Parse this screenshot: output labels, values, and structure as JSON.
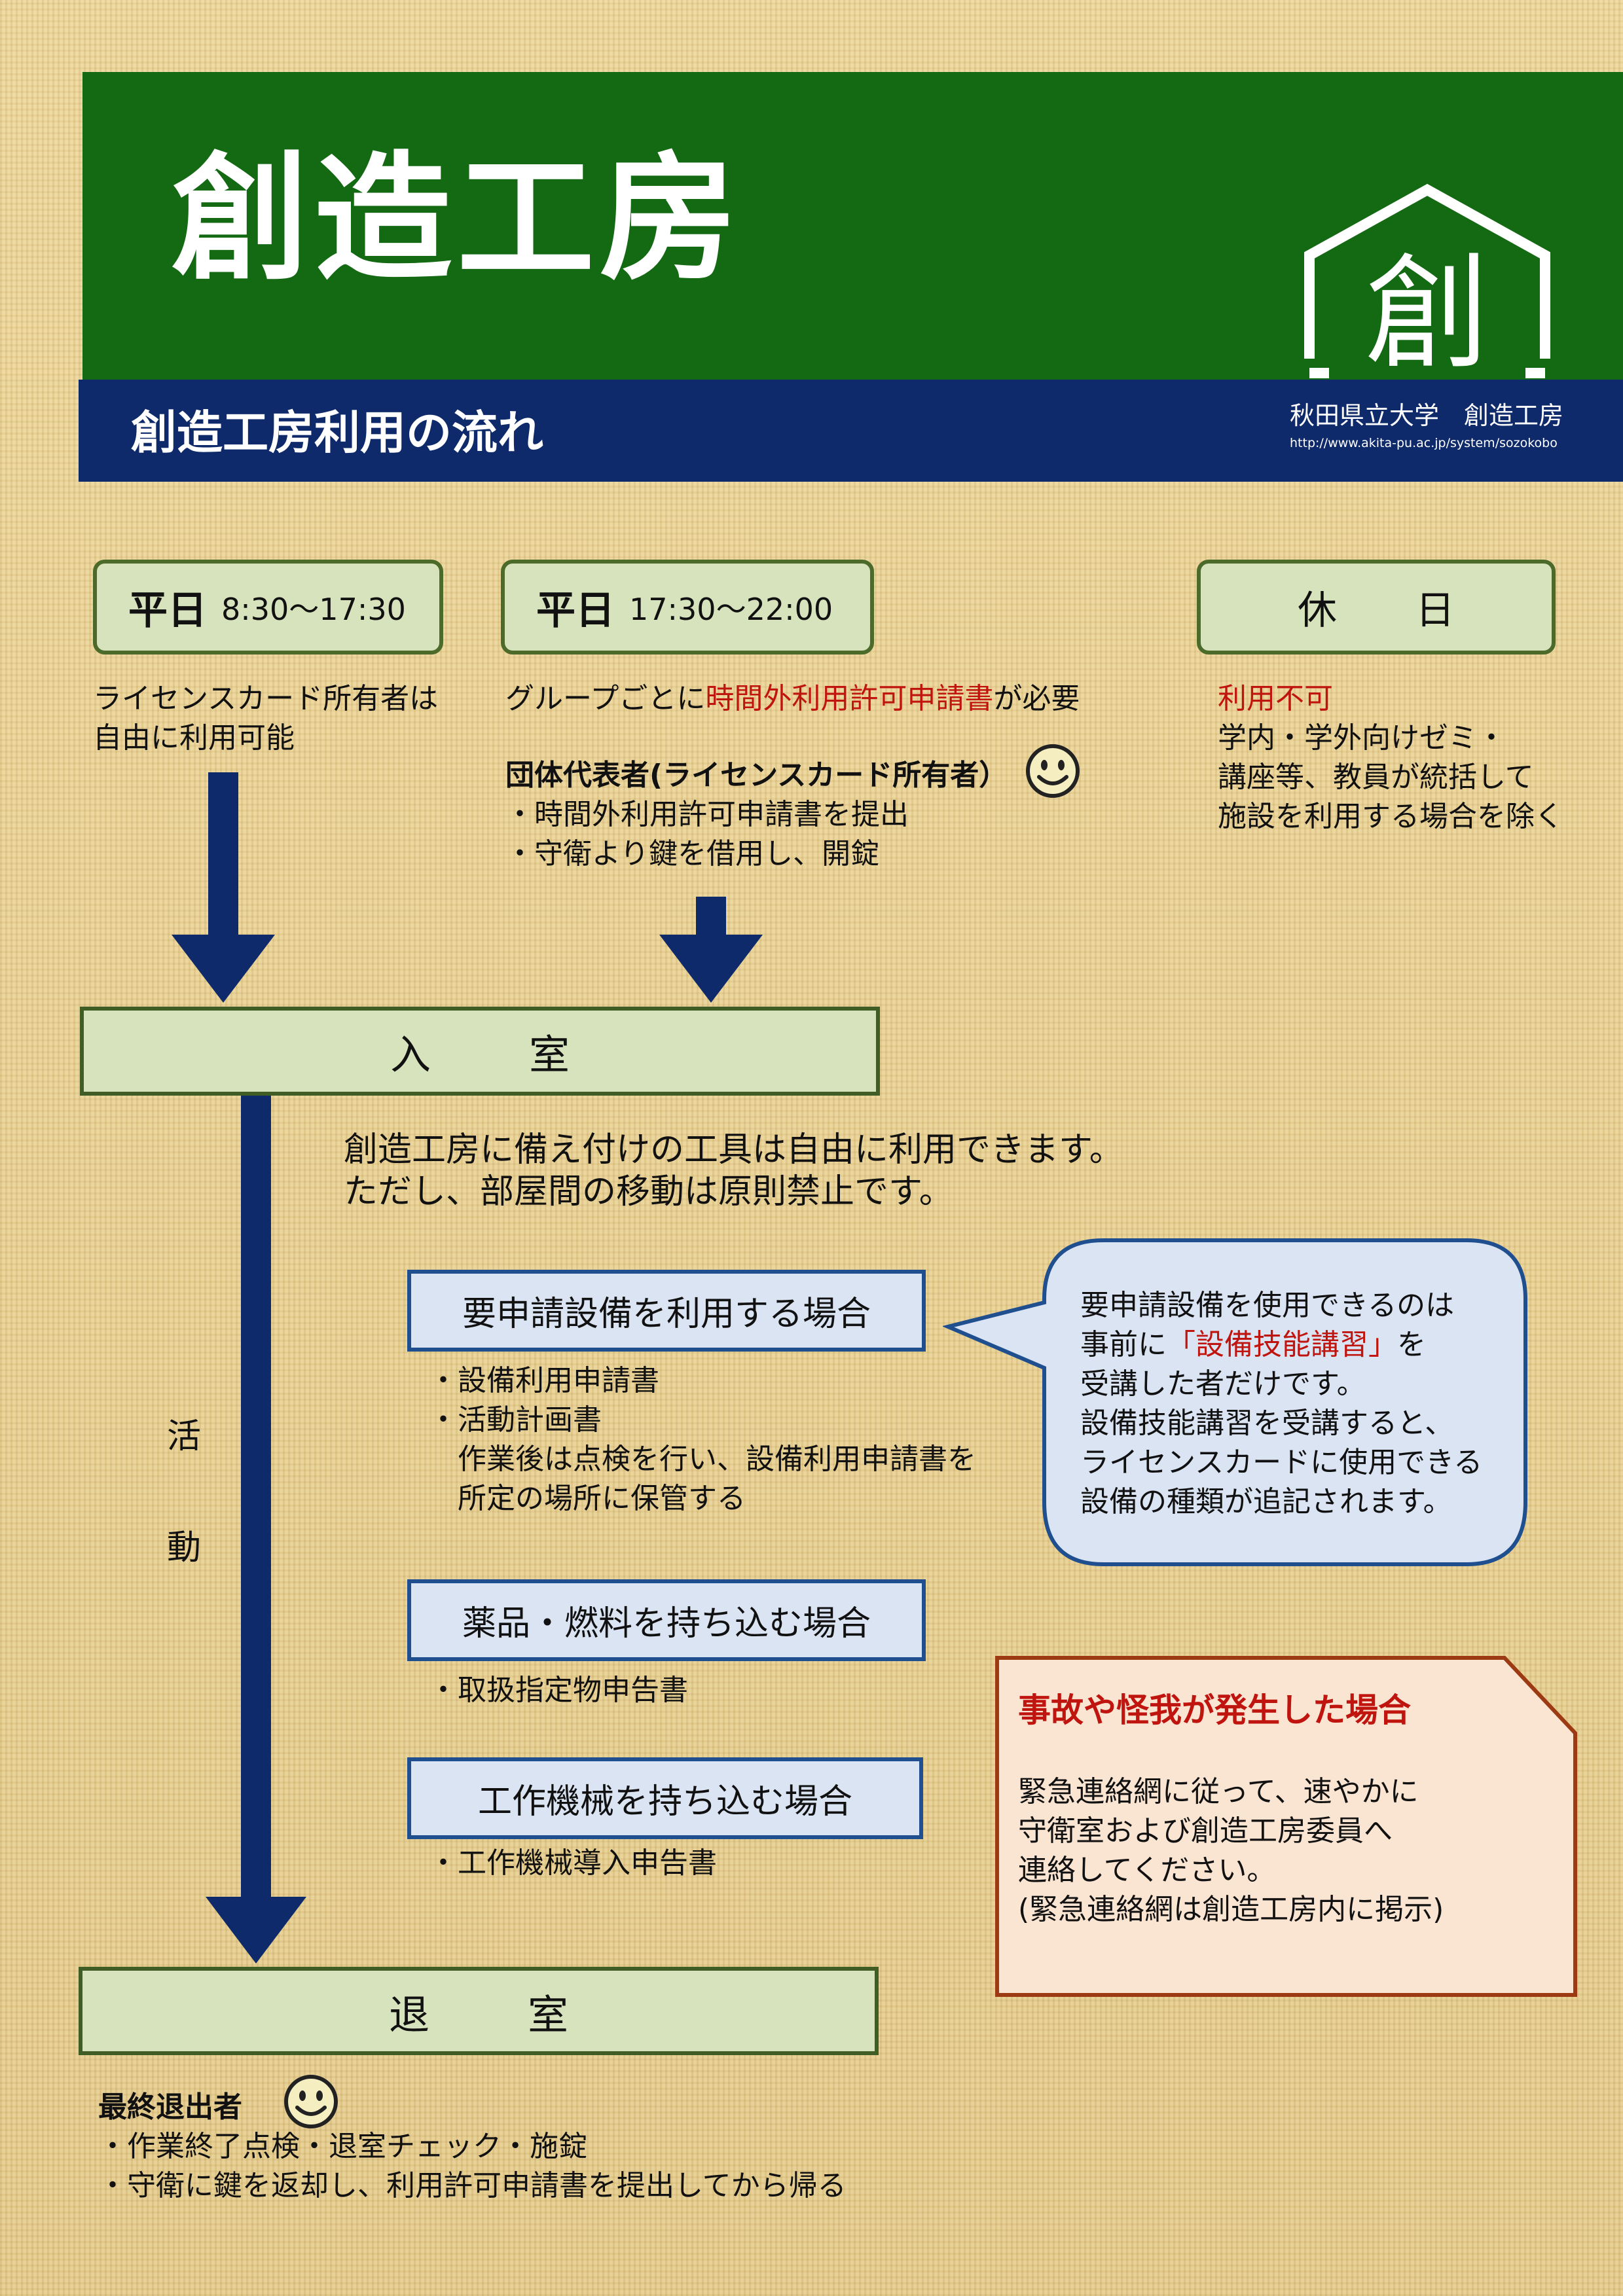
{
  "header": {
    "title": "創造工房",
    "subtitle": "創造工房利用の流れ",
    "organization": "秋田県立大学　創造工房",
    "url": "http://www.akita-pu.ac.jp/system/sozokobo",
    "logo_glyph": "創",
    "colors": {
      "green": "#136a13",
      "navy": "#0e2a6b"
    }
  },
  "schedule": [
    {
      "day": "平日",
      "time": "8:30〜17:30",
      "lines": [
        "ライセンスカード所有者は",
        "自由に利用可能"
      ]
    },
    {
      "day": "平日",
      "time": "17:30〜22:00",
      "note_prefix": "グループごとに",
      "note_highlight": "時間外利用許可申請書",
      "note_suffix": "が必要",
      "rep_title": "団体代表者(ライセンスカード所有者）",
      "rep_items": [
        "・時間外利用許可申請書を提出",
        "・守衛より鍵を借用し、開錠"
      ]
    },
    {
      "day": "休　　日",
      "status": "利用不可",
      "lines": [
        "学内・学外向けゼミ・",
        "講座等、教員が統括して",
        "施設を利用する場合を除く"
      ]
    }
  ],
  "flow": {
    "enter": "入室",
    "activity_label_1": "活",
    "activity_label_2": "動",
    "exit": "退室",
    "intro_lines": [
      "創造工房に備え付けの工具は自由に利用できます。",
      "ただし、部屋間の移動は原則禁止です。"
    ]
  },
  "cases": [
    {
      "title": "要申請設備を利用する場合",
      "items": [
        "・設備利用申請書",
        "・活動計画書",
        "　作業後は点検を行い、設備利用申請書を",
        "　所定の場所に保管する"
      ]
    },
    {
      "title": "薬品・燃料を持ち込む場合",
      "items": [
        "・取扱指定物申告書"
      ]
    },
    {
      "title": "工作機械を持ち込む場合",
      "items": [
        "・工作機械導入申告書"
      ]
    }
  ],
  "bubble": {
    "line1": "要申請設備を使用できるのは",
    "line2_prefix": "事前に",
    "line2_highlight": "「設備技能講習」",
    "line2_suffix": "を",
    "line3": "受講した者だけです。",
    "line4": "設備技能講習を受講すると、",
    "line5": "ライセンスカードに使用できる",
    "line6": "設備の種類が追記されます。"
  },
  "accident": {
    "title": "事故や怪我が発生した場合",
    "lines": [
      "緊急連絡網に従って、速やかに",
      "守衛室および創造工房委員へ",
      "連絡してください。",
      "(緊急連絡網は創造工房内に掲示)"
    ]
  },
  "final_exit": {
    "title": "最終退出者",
    "items": [
      "・作業終了点検・退室チェック・施錠",
      "・守衛に鍵を返却し、利用許可申請書を提出してから帰る"
    ]
  }
}
